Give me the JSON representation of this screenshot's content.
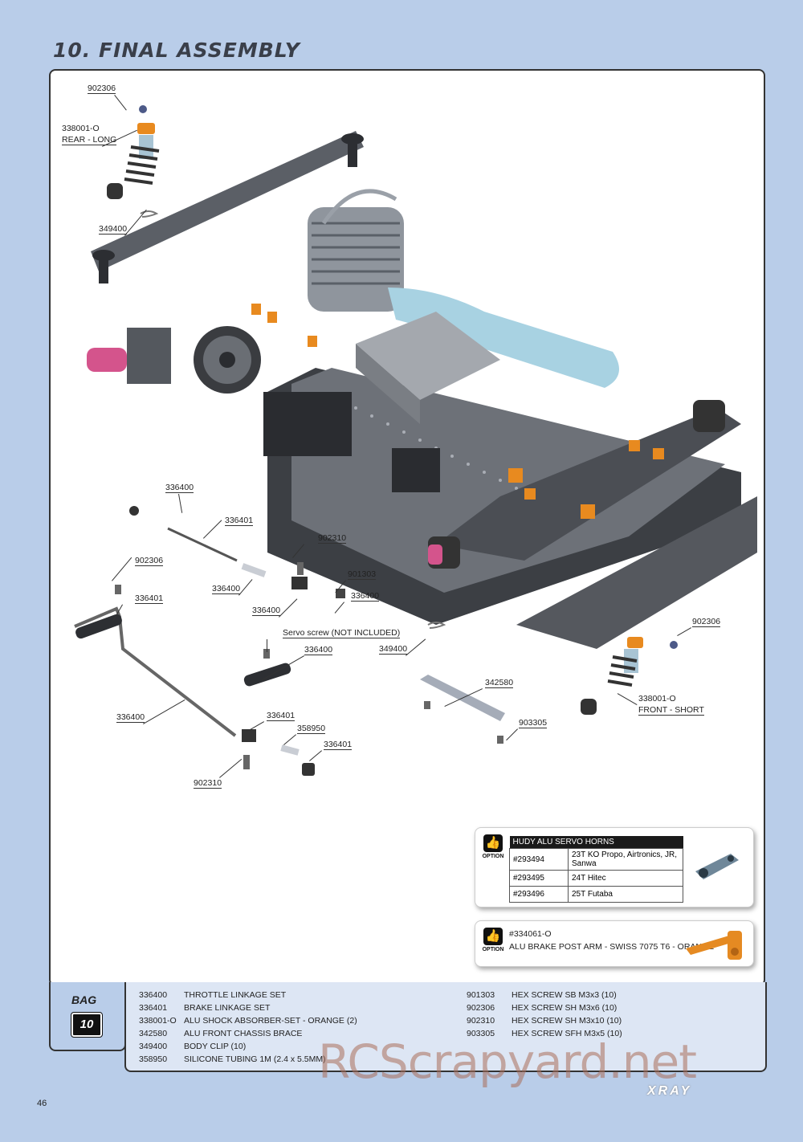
{
  "page_title": "10. FINAL ASSEMBLY",
  "callouts": {
    "c1": "902306",
    "c2": "338001-O",
    "c3": "REAR - LONG",
    "c4": "349400",
    "c5": "336400",
    "c6": "336401",
    "c7": "902310",
    "c8": "901303",
    "c9": "902306",
    "c10": "336401",
    "c11": "336400",
    "c12": "336400",
    "c13": "336400",
    "c14": "Servo screw (NOT INCLUDED)",
    "c15": "336400",
    "c16": "349400",
    "c17": "342580",
    "c18": "336400",
    "c19": "336401",
    "c20": "358950",
    "c21": "336401",
    "c22": "902310",
    "c23": "903305",
    "c24": "902306",
    "c25": "338001-O",
    "c26": "FRONT - SHORT"
  },
  "option1": {
    "badge": "OPTION",
    "header": "HUDY ALU SERVO HORNS",
    "rows": [
      {
        "code": "#293494",
        "desc": "23T KO Propo, Airtronics, JR, Sanwa"
      },
      {
        "code": "#293495",
        "desc": "24T Hitec"
      },
      {
        "code": "#293496",
        "desc": "25T Futaba"
      }
    ]
  },
  "option2": {
    "badge": "OPTION",
    "code": "#334061-O",
    "desc": "ALU BRAKE POST ARM - SWISS 7075 T6 - ORANGE"
  },
  "bag": {
    "word": "BAG",
    "number": "10",
    "left": [
      {
        "code": "336400",
        "name": "THROTTLE LINKAGE SET"
      },
      {
        "code": "336401",
        "name": "BRAKE LINKAGE SET"
      },
      {
        "code": "338001-O",
        "name": "ALU SHOCK ABSORBER-SET - ORANGE (2)"
      },
      {
        "code": "342580",
        "name": "ALU FRONT CHASSIS BRACE"
      },
      {
        "code": "349400",
        "name": "BODY CLIP (10)"
      },
      {
        "code": "358950",
        "name": "SILICONE TUBING 1M (2.4 x 5.5MM)"
      }
    ],
    "right": [
      {
        "code": "901303",
        "name": "HEX SCREW SB M3x3  (10)"
      },
      {
        "code": "902306",
        "name": "HEX SCREW SH M3x6  (10)"
      },
      {
        "code": "902310",
        "name": "HEX SCREW SH M3x10  (10)"
      },
      {
        "code": "903305",
        "name": "HEX SCREW SFH M3x5  (10)"
      }
    ]
  },
  "page_number": "46",
  "watermark": "RCScrapyard.net",
  "brand": "XRAY"
}
